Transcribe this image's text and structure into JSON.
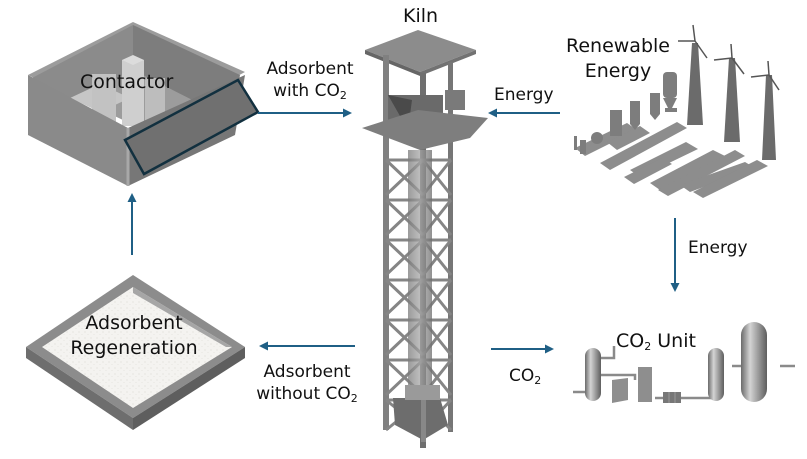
{
  "title": "Adsorbent-based CO2 capture process",
  "colors": {
    "arrow": "#1f5f85",
    "equipment": "#8a8a8a",
    "equipment_dark": "#6e6e6e",
    "equipment_light": "#b8b8b8",
    "contactor_panel_border": "#12303f",
    "adsorbent_bed": "#f3f2ef"
  },
  "nodes": {
    "contactor": {
      "label": "Contactor",
      "icon": "contactor-box-icon"
    },
    "kiln": {
      "label": "Kiln",
      "icon": "kiln-tower-icon"
    },
    "renewable": {
      "label_line1": "Renewable",
      "label_line2": "Energy",
      "icon": "wind-solar-plant-icon"
    },
    "regeneration": {
      "label_line1": "Adsorbent",
      "label_line2": "Regeneration",
      "icon": "adsorbent-bed-icon"
    },
    "co2_unit": {
      "label_prefix": "CO",
      "label_sub": "2",
      "label_suffix": " Unit",
      "icon": "co2-process-unit-icon"
    }
  },
  "edges": {
    "contactor_to_kiln": {
      "line1": "Adsorbent",
      "line2_prefix": "with CO",
      "line2_sub": "2",
      "direction": "right"
    },
    "renewable_to_kiln": {
      "label": "Energy",
      "direction": "left"
    },
    "renewable_to_co2unit": {
      "label": "Energy",
      "direction": "down"
    },
    "kiln_to_regeneration": {
      "line1": "Adsorbent",
      "line2_prefix": "without CO",
      "line2_sub": "2",
      "direction": "left"
    },
    "kiln_to_co2unit": {
      "label_prefix": "CO",
      "label_sub": "2",
      "direction": "right"
    },
    "regeneration_to_contactor": {
      "direction": "up"
    }
  }
}
